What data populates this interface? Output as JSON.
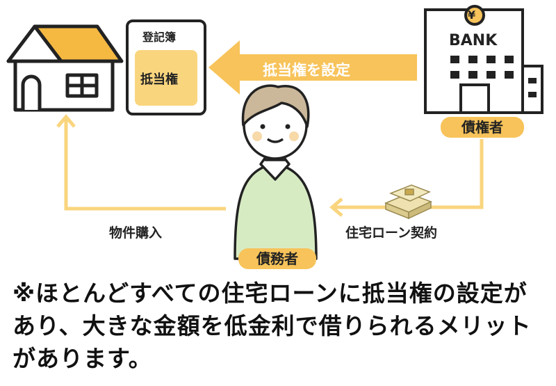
{
  "registry": {
    "title": "登記簿",
    "content": "抵当権"
  },
  "arrow_label": "抵当権を設定",
  "bank": {
    "sign": "BANK",
    "symbol": "¥",
    "role": "債権者"
  },
  "debtor": {
    "role": "債務者"
  },
  "flows": {
    "purchase": "物件購入",
    "loan": "住宅ローン契約"
  },
  "note": "※ほとんどすべての住宅ローンに抵当権の設定があり、大きな金額を低金利で借りられるメリットがあります。",
  "colors": {
    "accent": "#F7C35A",
    "line": "#F9D57E",
    "roof": "#F5B942",
    "shirt": "#D7EBC3",
    "hair": "#CBB89A"
  }
}
